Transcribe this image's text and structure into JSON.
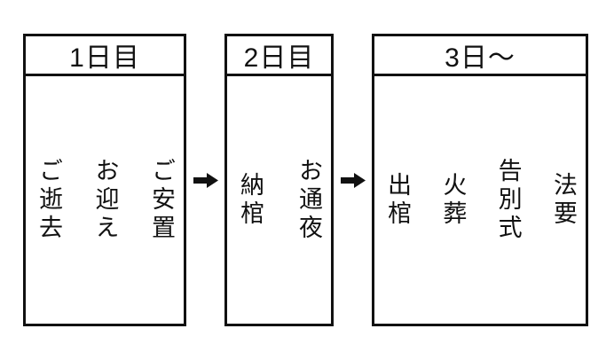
{
  "diagram": {
    "background_color": "#ffffff",
    "line_color": "#111111",
    "text_color": "#111111",
    "arrow": {
      "icon": "arrow-right-icon",
      "glyph": "➡",
      "color": "#111111"
    },
    "boxes": [
      {
        "header": "1日目",
        "steps": [
          "ご逝去",
          "お迎え",
          "ご安置"
        ]
      },
      {
        "header": "2日目",
        "steps": [
          "納棺",
          "お通夜"
        ]
      },
      {
        "header": "3日〜",
        "steps": [
          "出棺",
          "火葬",
          "告別式",
          "法要"
        ]
      }
    ]
  }
}
